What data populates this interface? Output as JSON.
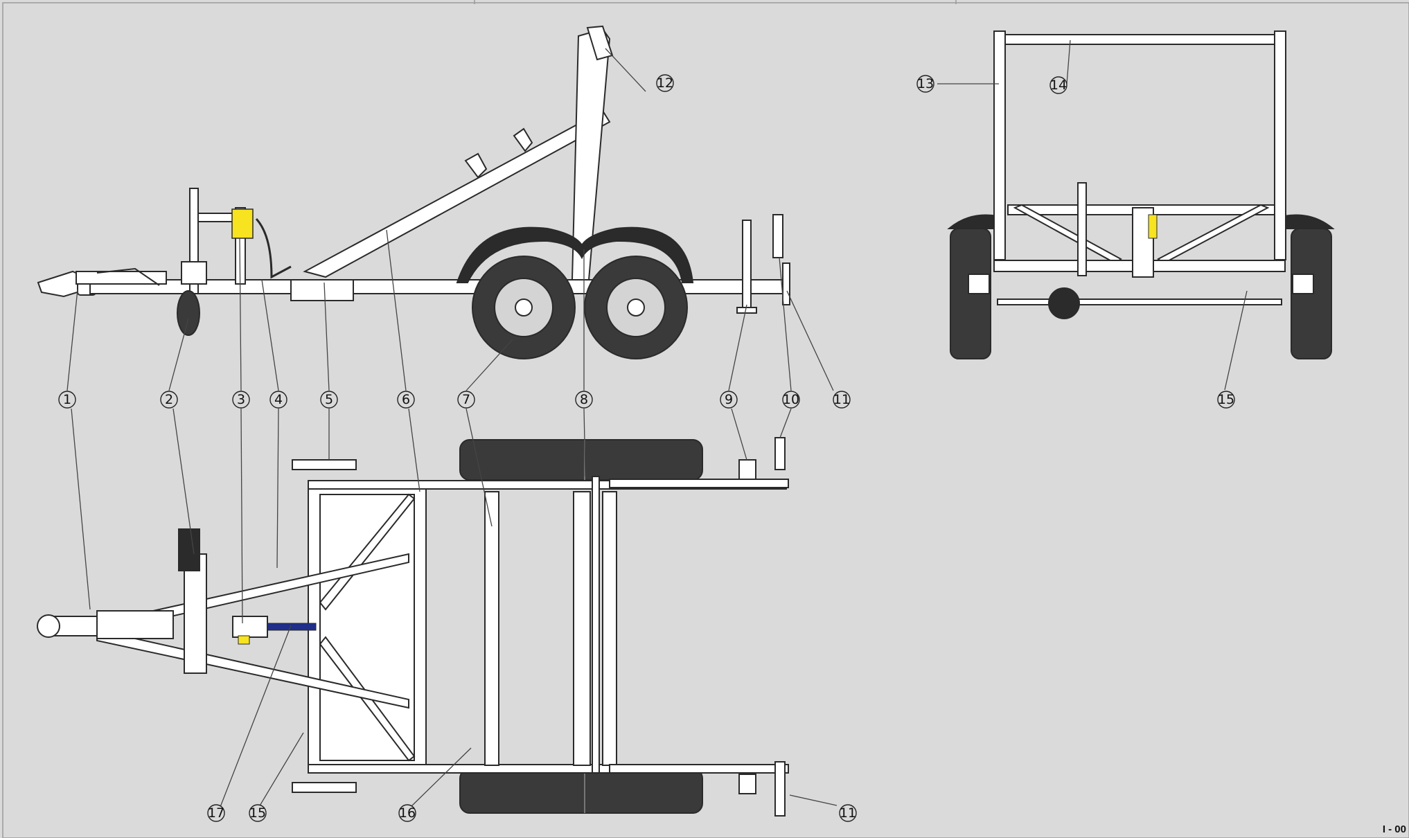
{
  "colors": {
    "background": "#dadada",
    "frame": "#ffffff",
    "outline": "#2a2a2a",
    "tire": "#3a3a3a",
    "tire_dark": "#2b2b2b",
    "wheel": "#d4d4d4",
    "winch": "#f7e31f",
    "strap": "#1f2f8a",
    "leader": "#444444"
  },
  "callouts": [
    {
      "id": "c1a",
      "label": "1"
    },
    {
      "id": "c2a",
      "label": "2"
    },
    {
      "id": "c3a",
      "label": "3"
    },
    {
      "id": "c4a",
      "label": "4"
    },
    {
      "id": "c5a",
      "label": "5"
    },
    {
      "id": "c6a",
      "label": "6"
    },
    {
      "id": "c7a",
      "label": "7"
    },
    {
      "id": "c8a",
      "label": "8"
    },
    {
      "id": "c9a",
      "label": "9"
    },
    {
      "id": "c10a",
      "label": "10"
    },
    {
      "id": "c11a",
      "label": "11"
    },
    {
      "id": "c12a",
      "label": "12"
    },
    {
      "id": "c13a",
      "label": "13"
    },
    {
      "id": "c14a",
      "label": "14"
    },
    {
      "id": "c15a",
      "label": "15"
    },
    {
      "id": "c15b",
      "label": "15"
    },
    {
      "id": "c16a",
      "label": "16"
    },
    {
      "id": "c17a",
      "label": "17"
    },
    {
      "id": "c11b",
      "label": "11"
    }
  ],
  "page_code": "I - 00"
}
